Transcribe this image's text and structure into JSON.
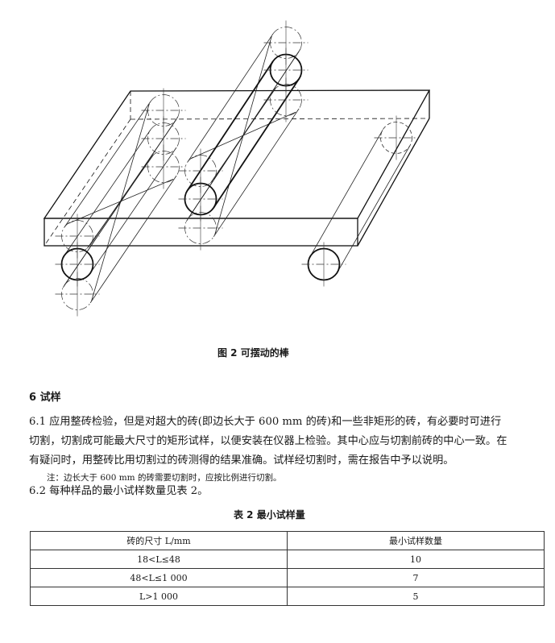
{
  "figure": {
    "caption": "图 2  可摆动的棒"
  },
  "section": {
    "heading": "6  试样",
    "p61_lines": [
      "6.1  应用整砖检验，但是对超大的砖(即边长大于 600 mm 的砖)和一些非矩形的砖，有必要时可进行",
      "切割，切割成可能最大尺寸的矩形试样，以便安装在仪器上检验。其中心应与切割前砖的中心一致。在",
      "有疑问时，用整砖比用切割过的砖测得的结果准确。试样经切割时，需在报告中予以说明。"
    ],
    "note": "注：边长大于 600 mm 的砖需要切割时，应按比例进行切割。",
    "p62": "6.2  每种样品的最小试样数量见表 2。"
  },
  "table": {
    "title": "表 2  最小试样量",
    "headers": [
      "砖的尺寸 L/mm",
      "最小试样数量"
    ],
    "rows": [
      [
        "18<L≤48",
        "10"
      ],
      [
        "48<L≤1 000",
        "7"
      ],
      [
        "L>1 000",
        "5"
      ]
    ]
  }
}
